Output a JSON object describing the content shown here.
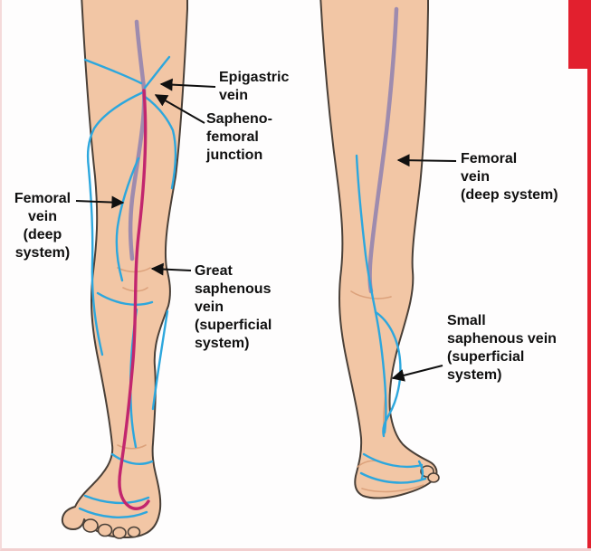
{
  "figure": {
    "title": "leg-venous-anatomy-diagram",
    "colors": {
      "accent_red": "#e2202e",
      "skin": "#f2c6a5",
      "outline": "#4a4038",
      "vein_blue": "#2da7dd",
      "vein_purple": "#9e8bae",
      "vein_magenta": "#c2266e",
      "ink": "#101010"
    }
  },
  "labels": {
    "epigastric": "Epigastric\nvein",
    "sapheno": "Sapheno-\nfemoral\njunction",
    "femoral_left": "Femoral\nvein\n(deep\nsystem)",
    "great_saphenous": "Great\nsaphenous\nvein\n(superficial\nsystem)",
    "femoral_right": "Femoral\nvein\n(deep system)",
    "small_saphenous": "Small\nsaphenous vein\n(superficial\nsystem)"
  }
}
